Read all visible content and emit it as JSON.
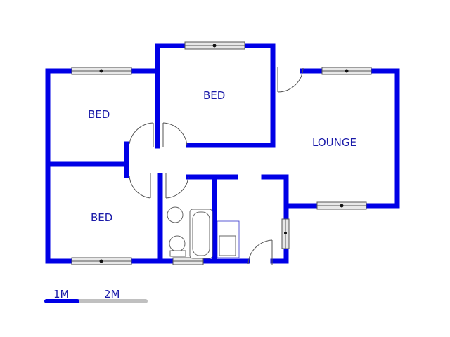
{
  "rooms": {
    "bed_left_top": "BED",
    "bed_top": "BED",
    "bed_left_bottom": "BED",
    "lounge": "LOUNGE"
  },
  "scale": {
    "label_1": "1M",
    "label_2": "2M"
  },
  "colors": {
    "wall": "#0000e6",
    "scale_fill": "#0000e6",
    "scale_rest": "#c0c0c0",
    "label": "#1a1aa8"
  }
}
